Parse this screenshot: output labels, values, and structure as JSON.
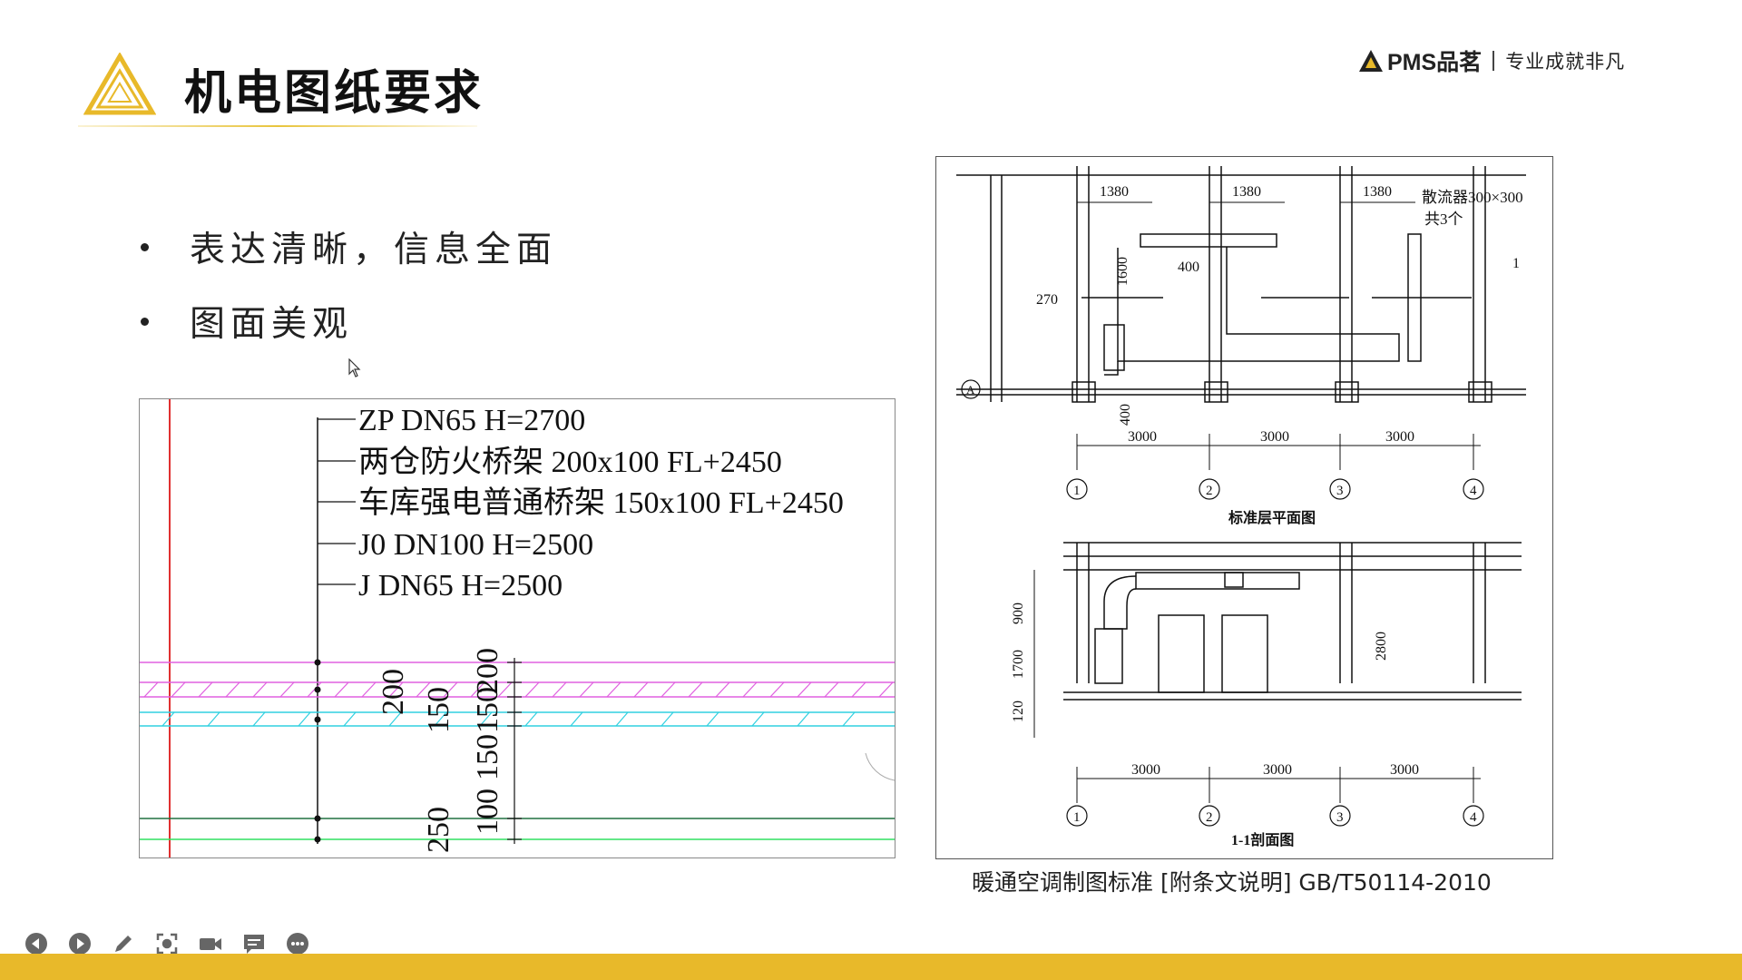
{
  "header": {
    "title": "机电图纸要求",
    "brand_name": "PMS品茗",
    "brand_slogan": "专业成就非凡",
    "accent_color": "#e8b92a"
  },
  "bullets": [
    {
      "text": "表达清晰，信息全面"
    },
    {
      "text": "图面美观"
    }
  ],
  "left_drawing": {
    "labels": [
      "ZP DN65 H=2700",
      "两仓防火桥架  200x100 FL+2450",
      "车库强电普通桥架  150x100 FL+2450",
      "J0 DN100 H=2500",
      "J DN65 H=2500"
    ],
    "dims_left": [
      "200",
      "150",
      "250"
    ],
    "dims_right": [
      "200",
      "150",
      "150",
      "100"
    ]
  },
  "right_drawing": {
    "plan": {
      "dims_top": [
        "1380",
        "1380",
        "1380"
      ],
      "diffuser_note": "散流器300×300",
      "diffuser_count": "共3个",
      "dim_400": "400",
      "dim_1600": "1600",
      "dim_270": "270",
      "dim_400b": "400",
      "spans": [
        "3000",
        "3000",
        "3000"
      ],
      "axis_a": "A",
      "axes": [
        "1",
        "2",
        "3",
        "4"
      ],
      "section_mark": "1",
      "title": "标准层平面图"
    },
    "section": {
      "dims_vertical": [
        "900",
        "1700",
        "120"
      ],
      "dim_2800": "2800",
      "spans": [
        "3000",
        "3000",
        "3000"
      ],
      "axes": [
        "1",
        "2",
        "3",
        "4"
      ],
      "title": "1-1剖面图"
    }
  },
  "caption": "暖通空调制图标准 [附条文说明] GB/T50114-2010",
  "toolbar": {
    "items": [
      {
        "name": "prev-icon"
      },
      {
        "name": "next-icon"
      },
      {
        "name": "pen-icon"
      },
      {
        "name": "screenshot-icon"
      },
      {
        "name": "video-icon"
      },
      {
        "name": "comment-icon"
      },
      {
        "name": "more-icon"
      }
    ]
  }
}
